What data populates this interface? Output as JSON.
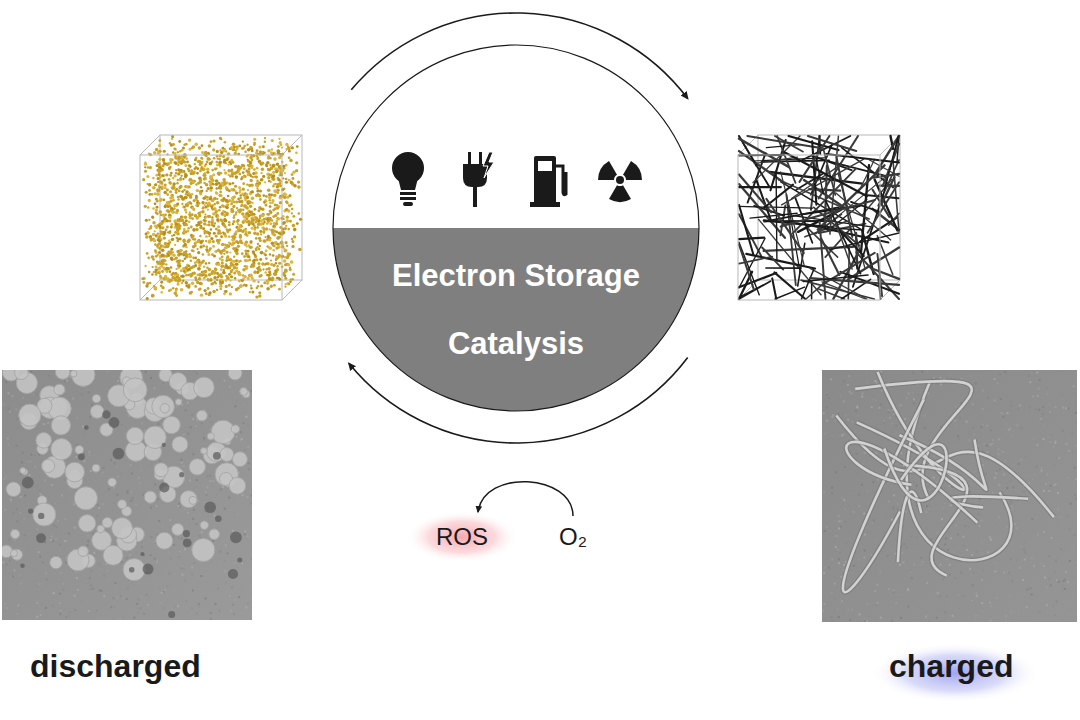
{
  "diagram": {
    "nodes": [
      {
        "text": [
          "Electron Storage Catalysis"
        ]
      }
    ],
    "labels": [
      "discharged",
      "charged",
      "ROS",
      "O₂"
    ]
  }
}
